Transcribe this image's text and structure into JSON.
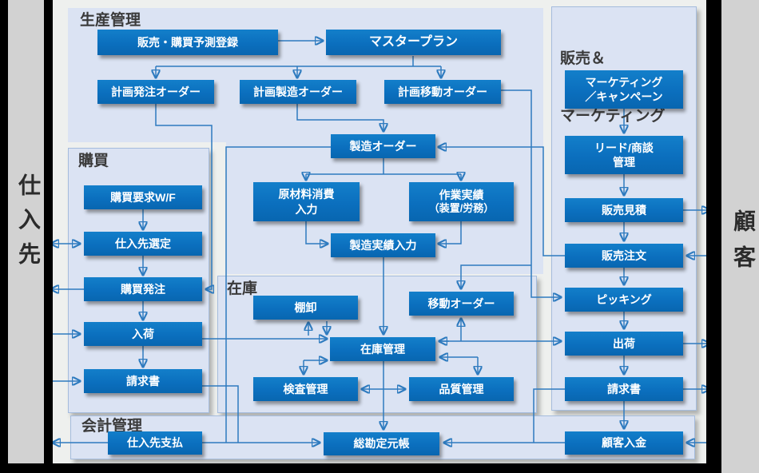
{
  "colors": {
    "box_blue": "#0a6fbe",
    "panel_fill": "#dbe3f3",
    "background": "#eef0ee",
    "connector": "#2e7bbf",
    "side_strip_gray": "#d2d2d2",
    "side_strip_black": "#000000",
    "heading_text": "#3a3a3a"
  },
  "sides": {
    "supplier": "仕入先",
    "customer": "顧客"
  },
  "panels": {
    "production": {
      "title": "生産管理",
      "boxes": {
        "forecast": "販売・購買予測登録",
        "master_plan": "マスタープラン",
        "planned_purchase_order": "計画発注オーダー",
        "planned_mfg_order": "計画製造オーダー",
        "planned_transfer_order": "計画移動オーダー",
        "mfg_order": "製造オーダー",
        "material_consumption_l1": "原材料消費",
        "material_consumption_l2": "入力",
        "work_results_l1": "作業実績",
        "work_results_l2": "（装置/労務）",
        "mfg_results_entry": "製造実績入力"
      }
    },
    "purchasing": {
      "title": "購買",
      "boxes": {
        "purchase_request": "購買要求W/F",
        "supplier_selection": "仕入先選定",
        "purchase_order": "購買発注",
        "receiving": "入荷",
        "invoice": "請求書"
      }
    },
    "inventory": {
      "title": "在庫",
      "boxes": {
        "stocktaking": "棚卸",
        "transfer_order": "移動オーダー",
        "inventory_mgmt": "在庫管理",
        "inspection_mgmt": "検査管理",
        "quality_mgmt": "品質管理"
      }
    },
    "sales": {
      "title_l1": "販売＆",
      "title_l2": "マーケティング",
      "boxes": {
        "marketing_l1": "マーケティング",
        "marketing_l2": "／キャンペーン",
        "lead_l1": "リード/商談",
        "lead_l2": "管理",
        "sales_quote": "販売見積",
        "sales_order": "販売注文",
        "picking": "ピッキング",
        "shipping": "出荷",
        "invoice": "請求書"
      }
    },
    "accounting": {
      "title": "会計管理",
      "boxes": {
        "supplier_payment": "仕入先支払",
        "general_ledger": "総勘定元帳",
        "customer_payment": "顧客入金"
      }
    }
  }
}
